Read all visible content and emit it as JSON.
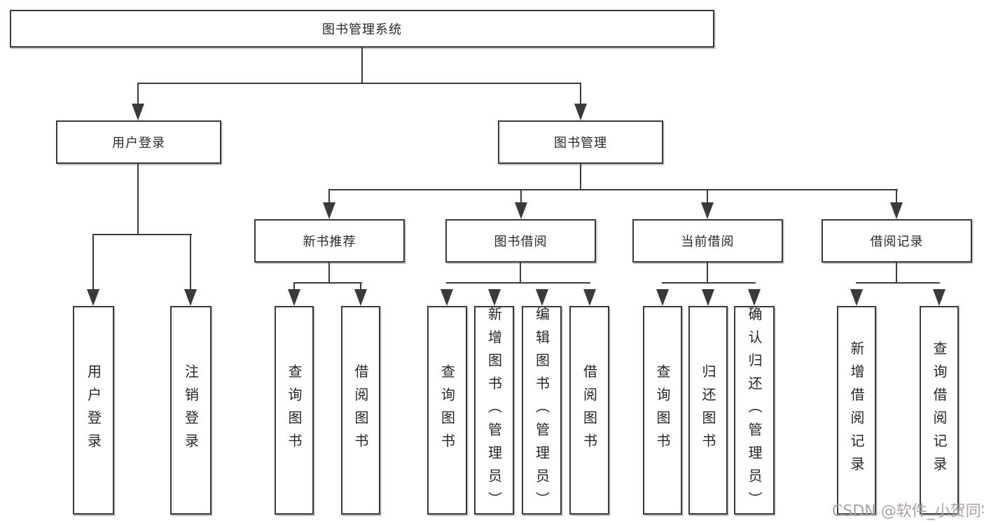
{
  "diagram": {
    "root": {
      "label": "图书管理系统"
    },
    "branches": [
      {
        "label": "用户登录",
        "children": [
          "用户登录",
          "注销登录"
        ]
      },
      {
        "label": "图书管理",
        "sections": [
          {
            "label": "新书推荐",
            "children": [
              "查询图书",
              "借阅图书"
            ]
          },
          {
            "label": "图书借阅",
            "children": [
              "查询图书",
              "新增图书（管理员）",
              "编辑图书（管理员）",
              "借阅图书"
            ]
          },
          {
            "label": "当前借阅",
            "children": [
              "查询图书",
              "归还图书",
              "确认归还（管理员）"
            ]
          },
          {
            "label": "借阅记录",
            "children": [
              "新增借阅记录",
              "查询借阅记录"
            ]
          }
        ]
      }
    ]
  },
  "watermark": {
    "text": "CSDN @软件_小贺同学"
  },
  "colors": {
    "line": "#3a3a3a",
    "box_border": "#3a3a3a",
    "text": "#262626",
    "background": "#ffffff",
    "watermark": "#9e9494"
  }
}
